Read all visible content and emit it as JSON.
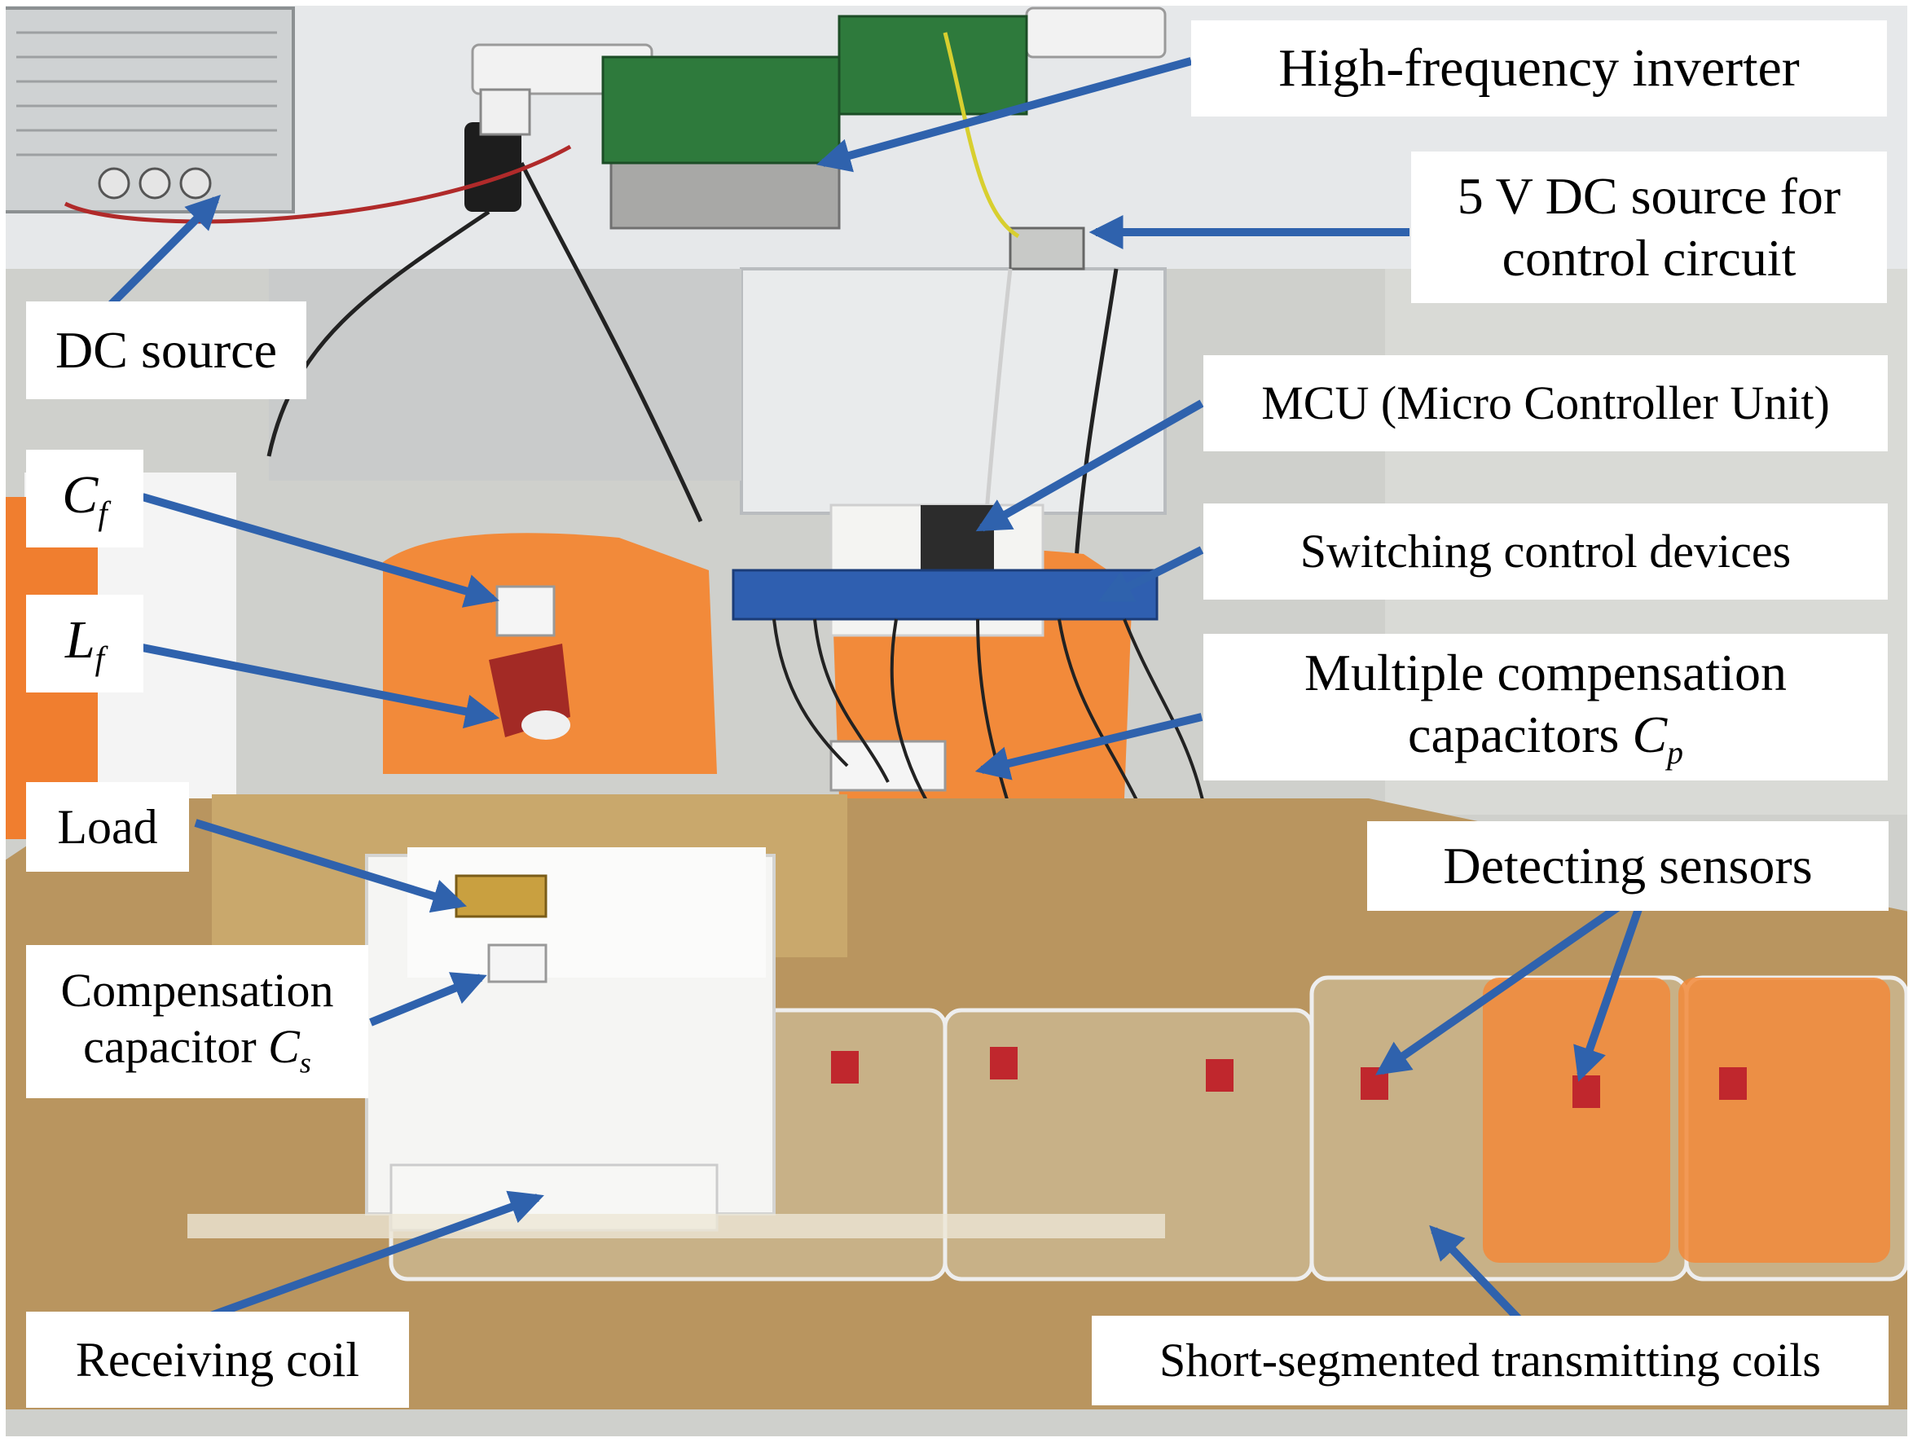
{
  "labels": {
    "dc_source": "DC source",
    "high_frequency_inverter": "High-frequency inverter",
    "dc5v_line1": "5 V DC source for",
    "dc5v_line2": "control circuit",
    "mcu": "MCU (Micro Controller Unit)",
    "switching_control_devices": "Switching control devices",
    "multiple_comp_line1": "Multiple compensation",
    "multiple_comp_line2": "capacitors",
    "cp_symbol": "C",
    "cp_subscript": "p",
    "cf_symbol": "C",
    "cf_subscript": "f",
    "lf_symbol": "L",
    "lf_subscript": "f",
    "load": "Load",
    "comp_cs_line1": "Compensation",
    "comp_cs_line2": "capacitor",
    "cs_symbol": "C",
    "cs_subscript": "s",
    "detecting_sensors": "Detecting sensors",
    "receiving_coil": "Receiving coil",
    "short_segmented_coils": "Short-segmented transmitting coils"
  },
  "colors": {
    "arrow": "#2f62ad",
    "label_background": "#ffffff",
    "label_text": "#000000",
    "orange_stool": "#f28a3a",
    "wood_table": "#b9955f",
    "desk_white": "#e4e6e8",
    "floor_tile": "#d8d9d6",
    "pcb_green": "#2e7a3c",
    "relay_blue": "#2f5fb0",
    "foam_white": "#f4f4f2",
    "inductor_red": "#a32a25"
  }
}
